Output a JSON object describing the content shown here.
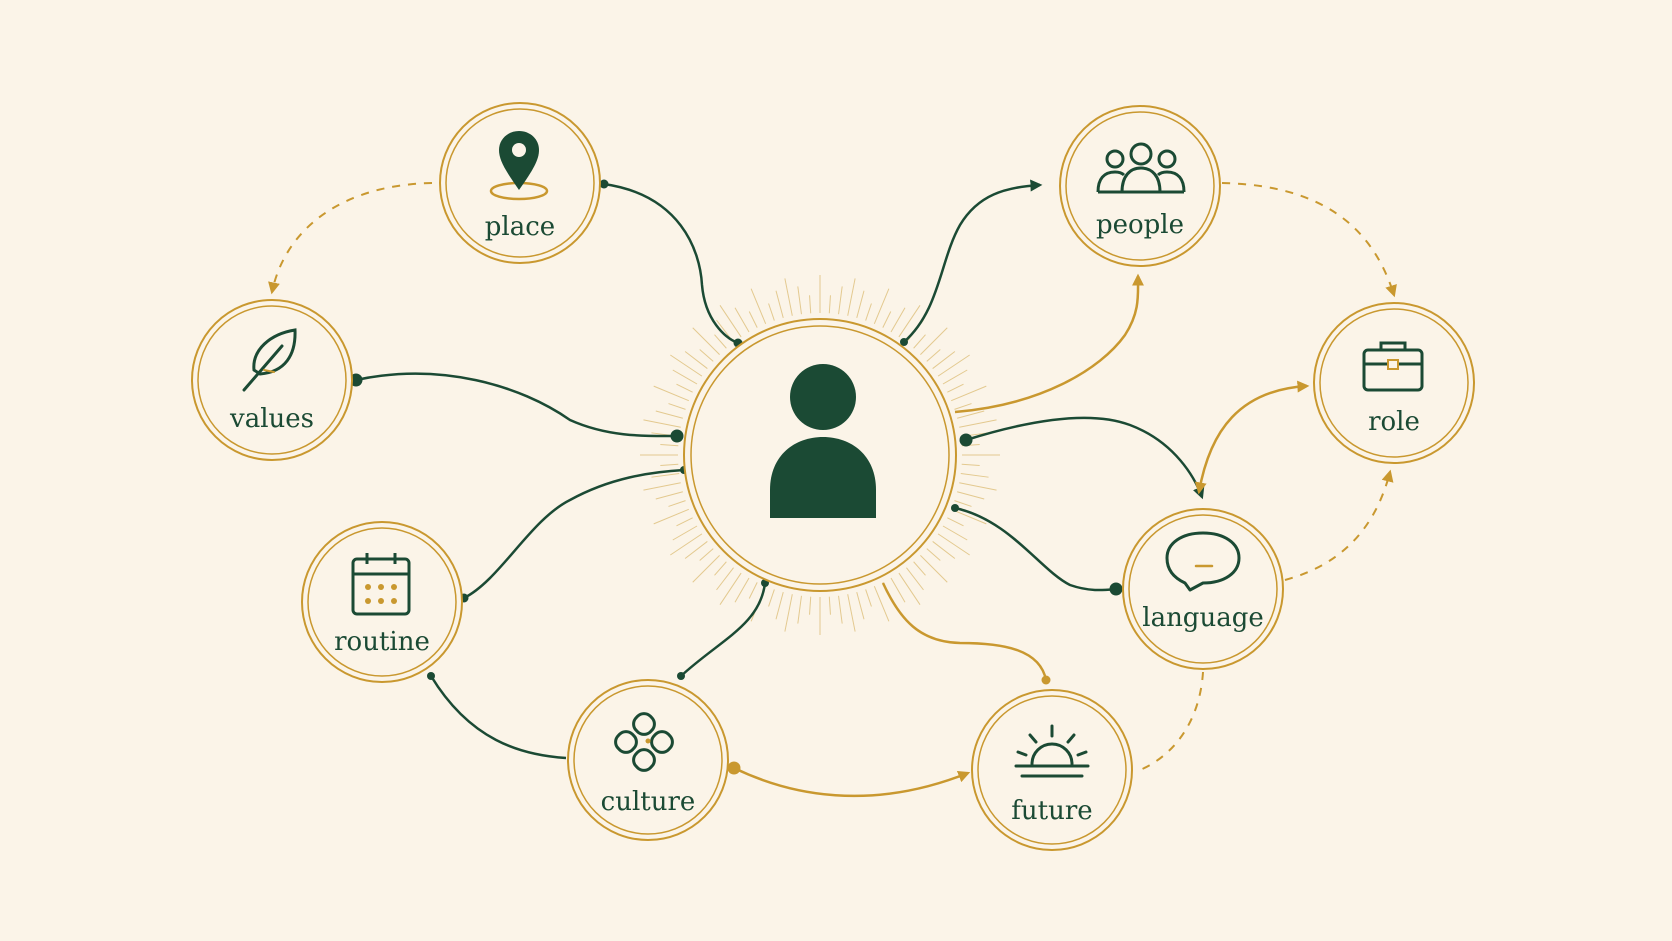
{
  "colors": {
    "background": "#fbf4e8",
    "green": "#1b4a34",
    "gold": "#c9982f"
  },
  "center": {
    "icon": "person-icon"
  },
  "nodes": [
    {
      "id": "place",
      "label": "place",
      "icon": "map-pin-icon"
    },
    {
      "id": "values",
      "label": "values",
      "icon": "leaf-icon"
    },
    {
      "id": "routine",
      "label": "routine",
      "icon": "calendar-icon"
    },
    {
      "id": "culture",
      "label": "culture",
      "icon": "knot-icon"
    },
    {
      "id": "future",
      "label": "future",
      "icon": "sunrise-icon"
    },
    {
      "id": "language",
      "label": "language",
      "icon": "speech-bubble-icon"
    },
    {
      "id": "role",
      "label": "role",
      "icon": "briefcase-icon"
    },
    {
      "id": "people",
      "label": "people",
      "icon": "group-icon"
    }
  ]
}
